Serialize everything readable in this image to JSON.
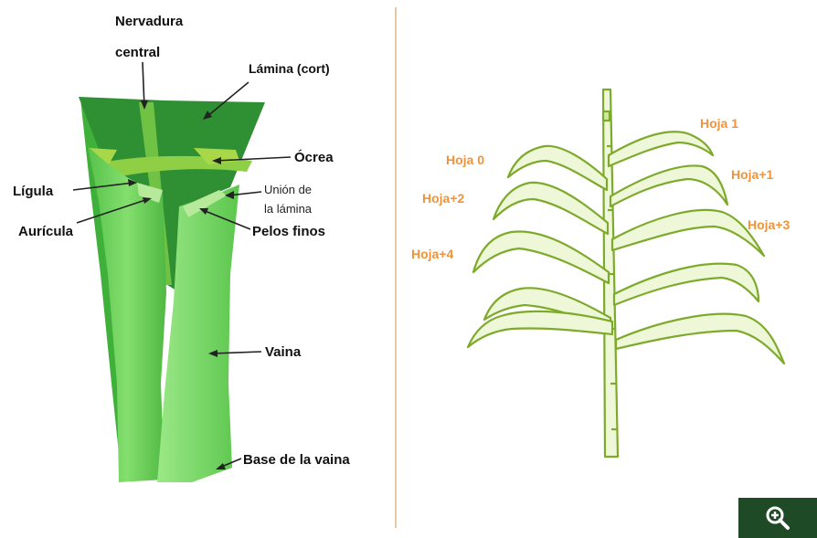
{
  "colors": {
    "divider": "#e6c8a8",
    "leaf_label": "#f2933a",
    "zoom_bg": "#1f4a26",
    "plant_stroke": "#7eaa2c"
  },
  "left_diagram": {
    "labels": {
      "nervadura_line1": "Nervadura",
      "nervadura_line2": "central",
      "lamina": "Lámina (cort)",
      "ocrea": "Ócrea",
      "ligula": "Lígula",
      "union_line1": "Unión de",
      "union_line2": "la lámina",
      "auricula": "Aurícula",
      "pelos": "Pelos finos",
      "vaina": "Vaina",
      "base": "Base de la vaina"
    }
  },
  "right_diagram": {
    "leaf_labels": {
      "hoja1": "Hoja 1",
      "hoja0": "Hoja 0",
      "hojap1": "Hoja+1",
      "hojap2": "Hoja+2",
      "hojap3": "Hoja+3",
      "hojap4": "Hoja+4"
    }
  },
  "zoom": {
    "icon": "zoom-in-icon"
  }
}
